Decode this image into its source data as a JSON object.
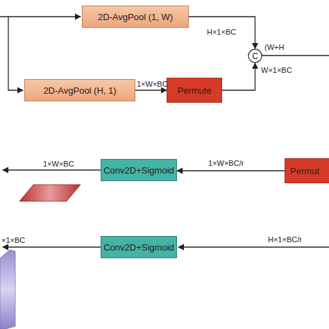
{
  "diagram": {
    "nodes": [
      {
        "text": [
          "2D-AvgPool (1, W)"
        ]
      },
      {
        "text": [
          "2D-AvgPool (H, 1)"
        ]
      },
      {
        "text": [
          "Permute"
        ]
      },
      {
        "text": [
          "C"
        ]
      },
      {
        "text": [
          "Conv2D+Sigmoid"
        ]
      },
      {
        "text": [
          "Permut"
        ]
      },
      {
        "text": [
          "Conv2D+Sigmoid"
        ]
      }
    ],
    "edges": [
      {
        "from": 0,
        "to": 3,
        "arrow": "to",
        "label": "H×1×BC"
      },
      {
        "from": 1,
        "to": 2,
        "arrow": "to",
        "label": "1×W×BC"
      },
      {
        "from": 2,
        "to": 3,
        "arrow": "to",
        "label": "W×1×BC"
      },
      {
        "from": 5,
        "to": 4,
        "arrow": "to",
        "label": "1×W×BC/r"
      }
    ],
    "labels": [
      "(W+H",
      "1×W×BC",
      "×1×BC",
      "H×1×BC/r"
    ]
  }
}
